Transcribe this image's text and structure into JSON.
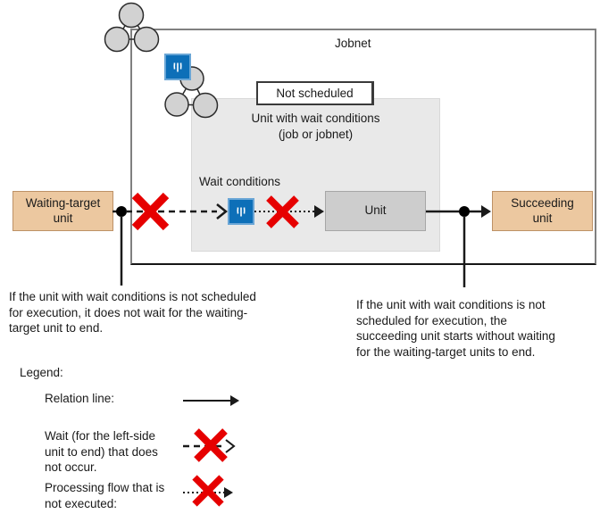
{
  "diagram": {
    "jobnet_label": "Jobnet",
    "not_scheduled_label": "Not scheduled",
    "container_label": "Unit with wait conditions\n(job or jobnet)",
    "wait_conditions_label": "Wait conditions",
    "unit_label": "Unit",
    "waiting_target_label": "Waiting-target\nunit",
    "succeeding_label": "Succeeding\nunit"
  },
  "annotations": {
    "left": "If the unit with wait conditions is not scheduled\nfor execution, it does not wait for the waiting-\ntarget unit to end.",
    "right": "If the unit with wait conditions is not\nscheduled for execution, the\nsucceeding unit starts without waiting\nfor the waiting-target units to end."
  },
  "legend": {
    "title": "Legend:",
    "items": [
      {
        "label": "Relation line:",
        "symbol": "solid-arrow"
      },
      {
        "label": "Wait (for the left-side\nunit to end) that does\nnot occur.",
        "symbol": "dashed-arrow-crossed-out"
      },
      {
        "label": "Processing flow that is\nnot executed:",
        "symbol": "dotted-arrow-crossed-out"
      }
    ]
  },
  "icons": {
    "jobnet_icon": "three-linked-circles",
    "nested_jobnet_icon": "three-linked-circles",
    "wait_condition_icon": "white-fork-on-blue-square",
    "cross_icon": "red-x"
  },
  "colors": {
    "waiting_unit_fill": "#ecc8a0",
    "waiting_unit_border": "#bd9166",
    "unit_fill": "#cdcdcd",
    "container_fill": "#e9e9e9",
    "jobnet_border": "#808080",
    "icon_blue": "#0d6fb8",
    "icon_blue_border": "#6aa6d6",
    "cross_red": "#e60000",
    "circle_fill": "#d2d2d2",
    "line_black": "#1a1a1a"
  }
}
